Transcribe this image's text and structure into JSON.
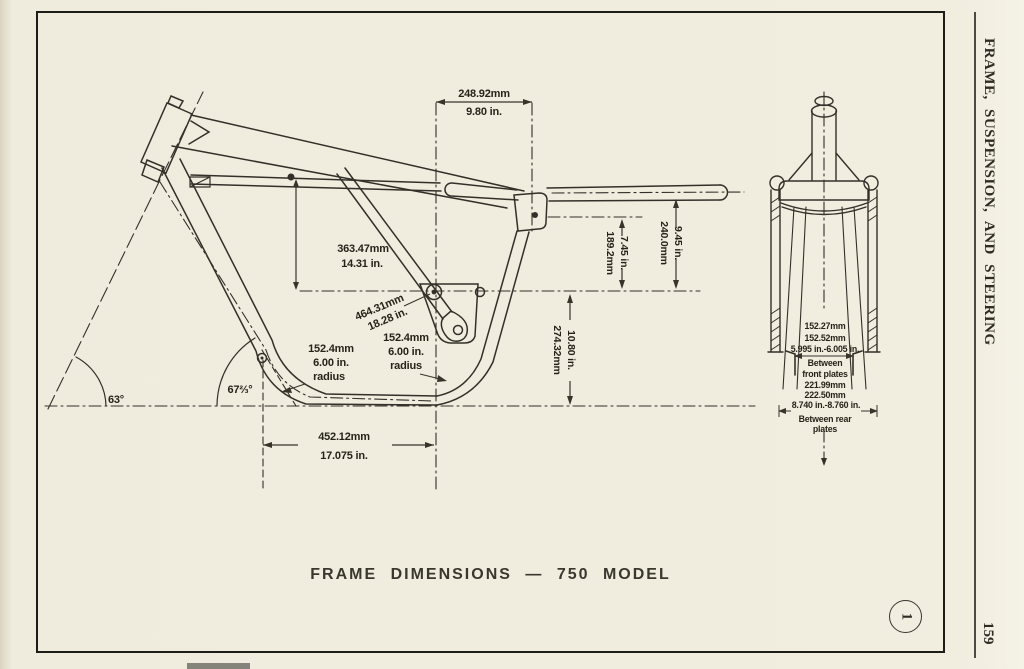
{
  "page": {
    "caption": "FRAME DIMENSIONS — 750 MODEL",
    "sidebar_title": "FRAME, SUSPENSION, AND STEERING",
    "page_number": "159",
    "figure_number": "1"
  },
  "frame": {
    "dim_top_mm": "248.92mm",
    "dim_top_in": "9.80 in.",
    "dim_backbone_mm": "363.47mm",
    "dim_backbone_in": "14.31 in.",
    "dim_diagonal_mm": "464.31mm",
    "dim_diagonal_in": "18.28 in.",
    "dim_front_radius_mm": "152.4mm",
    "dim_front_radius_in": "6.00 in.",
    "dim_front_radius_word": "radius",
    "dim_rear_radius_mm": "152.4mm",
    "dim_rear_radius_in": "6.00 in.",
    "dim_rear_radius_word": "radius",
    "dim_bottom_mm": "452.12mm",
    "dim_bottom_in": "17.075 in.",
    "dim_rail_in": "9.45 in.",
    "dim_rail_mm": "240.0mm",
    "dim_pivot_in": "7.45 in.",
    "dim_pivot_mm": "189.2mm",
    "dim_ground_in": "10.80 in.",
    "dim_ground_mm": "274.32mm",
    "angle_steering": "63°",
    "angle_downtube": "67⅔°"
  },
  "fork": {
    "front_plates_mm_min": "152.27mm",
    "front_plates_mm_max": "152.52mm",
    "front_plates_in": "5.995 in.-6.005 in.",
    "front_plates_caption_1": "Between",
    "front_plates_caption_2": "front plates",
    "rear_plates_mm_min": "221.99mm",
    "rear_plates_mm_max": "222.50mm",
    "rear_plates_in": "8.740 in.-8.760 in.",
    "rear_plates_caption_1": "Between rear",
    "rear_plates_caption_2": "plates"
  }
}
